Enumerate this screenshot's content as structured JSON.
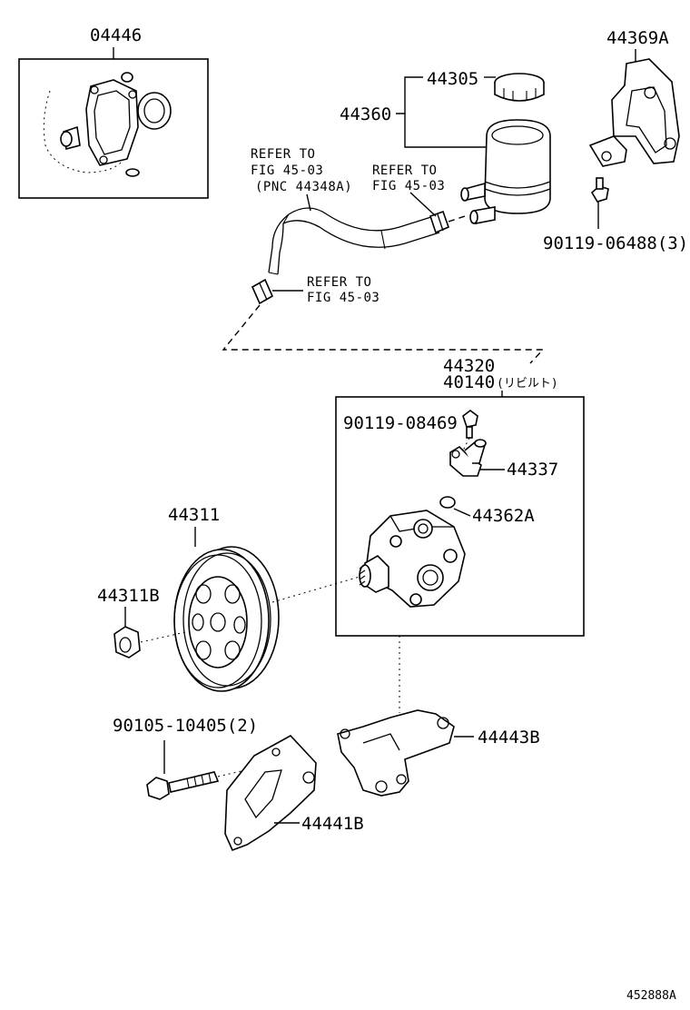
{
  "labels": {
    "kit_04446": "04446",
    "cap_44305": "44305",
    "reservoir_44360": "44360",
    "bracket_44369A": "44369A",
    "refer_hose_line1": "REFER TO",
    "refer_hose_line2": "FIG 45-03",
    "refer_hose_line3": "(PNC 44348A)",
    "refer_clamp_line1": "REFER TO",
    "refer_clamp_line2": "FIG 45-03",
    "refer_lower_line1": "REFER TO",
    "refer_lower_line2": "FIG 45-03",
    "bolt_90119_06488": "90119-06488(3)",
    "pump_44320": "44320",
    "pump_40140": "40140",
    "pump_40140_note": "(リビルト)",
    "bolt_90119_08469": "90119-08469",
    "union_44337": "44337",
    "oring_44362A": "44362A",
    "pulley_44311": "44311",
    "nut_44311B": "44311B",
    "bolt_90105_10405": "90105-10405(2)",
    "bracket_44443B": "44443B",
    "bracket_44441B": "44441B",
    "figure_id": "452888A"
  }
}
